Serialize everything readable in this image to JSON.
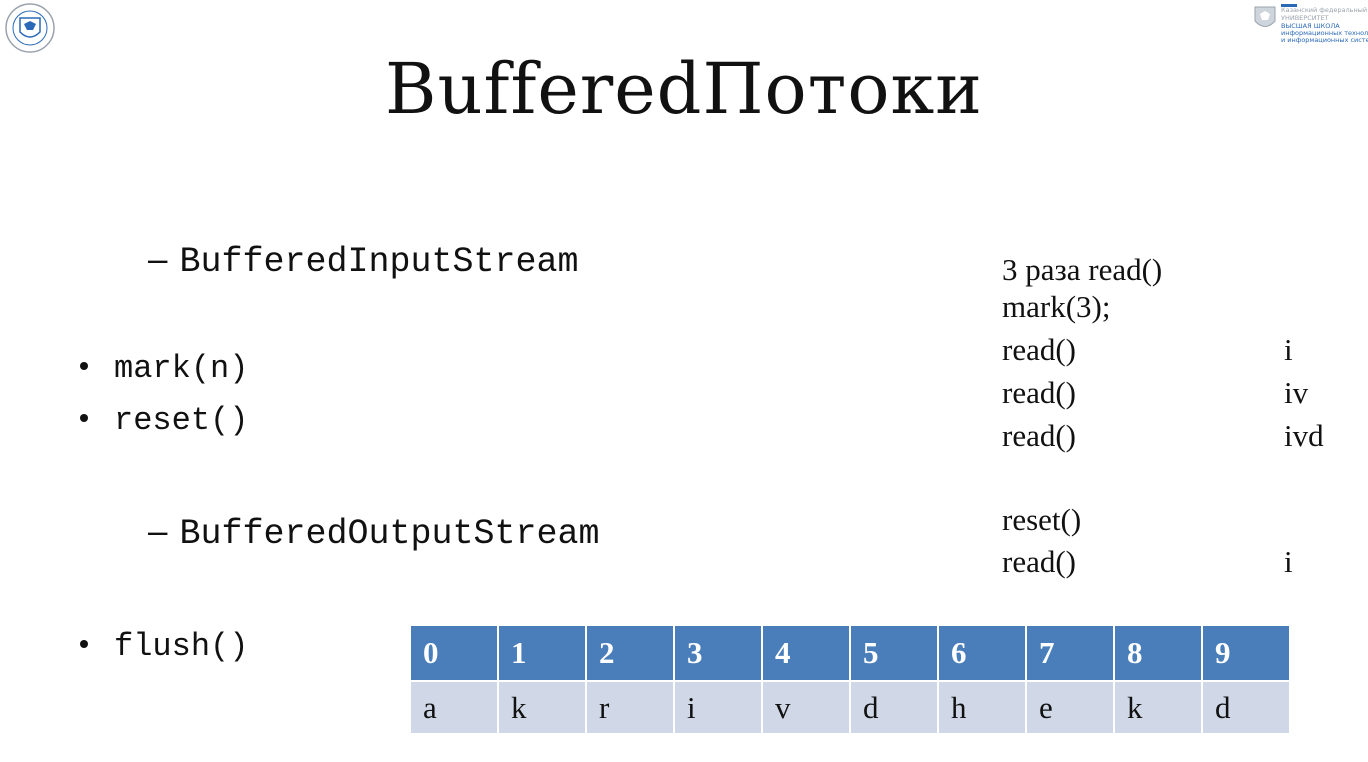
{
  "header": {
    "title": "BufferedПотоки",
    "logo_right_lines": [
      "Казанский федеральный",
      "УНИВЕРСИТЕТ",
      "ВЫСШАЯ ШКОЛА",
      "информационных технол",
      "и информационных систе"
    ]
  },
  "content": {
    "subitems": [
      "BufferedInputStream",
      "BufferedOutputStream"
    ],
    "bullets": [
      "mark(n)",
      "reset()",
      "flush()"
    ]
  },
  "trace": [
    {
      "op": "3 раза read()",
      "result": ""
    },
    {
      "op": "mark(3);",
      "result": ""
    },
    {
      "op": "read()",
      "result": "i"
    },
    {
      "op": "read()",
      "result": "iv"
    },
    {
      "op": "read()",
      "result": "ivd"
    },
    {
      "op": "reset()",
      "result": ""
    },
    {
      "op": "read()",
      "result": "i"
    }
  ],
  "buffer": {
    "indices": [
      "0",
      "1",
      "2",
      "3",
      "4",
      "5",
      "6",
      "7",
      "8",
      "9"
    ],
    "values": [
      "a",
      "k",
      "r",
      "i",
      "v",
      "d",
      "h",
      "e",
      "k",
      "d"
    ]
  },
  "colors": {
    "header_row": "#4a7ebb",
    "value_row": "#d0d8e7"
  }
}
